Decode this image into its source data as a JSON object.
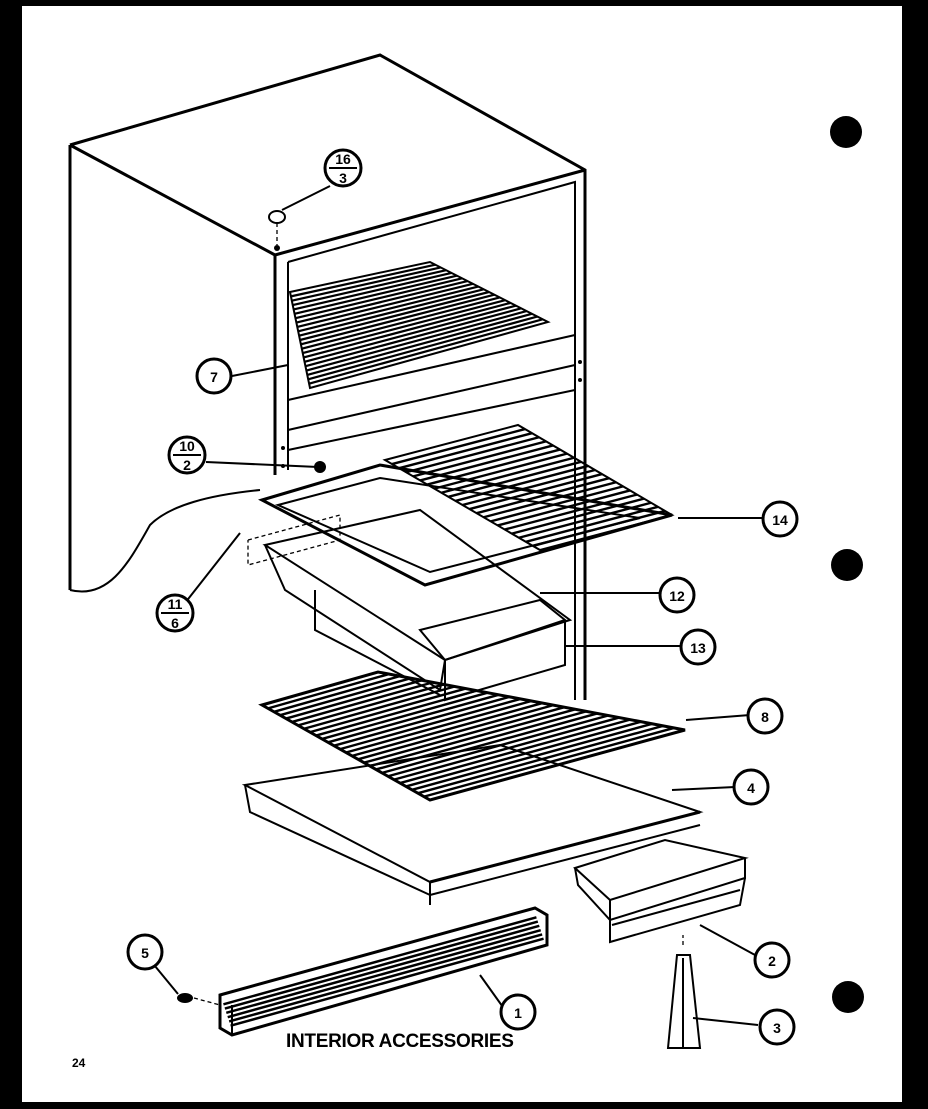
{
  "diagram": {
    "title": "INTERIOR ACCESSORIES",
    "page_number": "24",
    "callouts": [
      {
        "id": "1",
        "label": "1"
      },
      {
        "id": "2",
        "label": "2"
      },
      {
        "id": "3",
        "label": "3"
      },
      {
        "id": "4",
        "label": "4"
      },
      {
        "id": "5",
        "label": "5"
      },
      {
        "id": "7",
        "label": "7"
      },
      {
        "id": "8",
        "label": "8"
      },
      {
        "id": "12",
        "label": "12"
      },
      {
        "id": "13",
        "label": "13"
      },
      {
        "id": "14",
        "label": "14"
      }
    ],
    "fraction_callouts": [
      {
        "id": "16-3",
        "top": "16",
        "bottom": "3"
      },
      {
        "id": "10-2",
        "top": "10",
        "bottom": "2"
      },
      {
        "id": "11-6",
        "top": "11",
        "bottom": "6"
      }
    ]
  }
}
